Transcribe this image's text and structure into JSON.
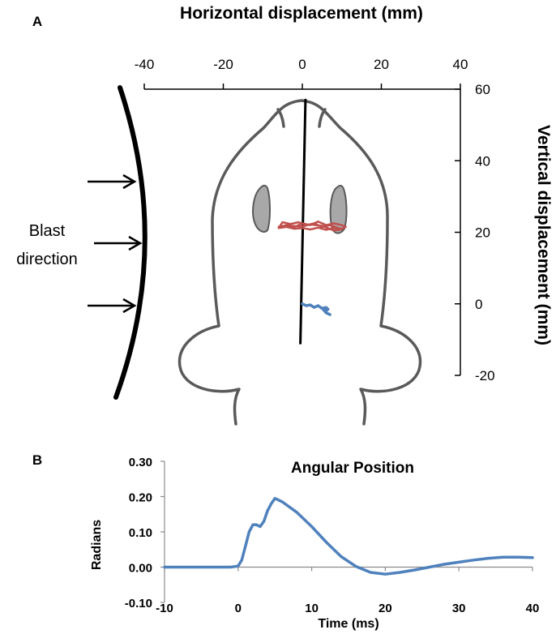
{
  "panel_a": {
    "label": "A",
    "blast_label_line1": "Blast",
    "blast_label_line2": "direction",
    "colors": {
      "outline": "#5a5a5a",
      "ear_fill": "#a8a8a8",
      "red_trace": "#c0504d",
      "blue_trace": "#4f81bd",
      "blast_front": "#000000"
    }
  },
  "panel_b": {
    "label": "B"
  },
  "chart_data": [
    {
      "type": "scatter",
      "title": "",
      "xlabel": "Horizontal displacement (mm)",
      "ylabel": "Vertical displacement (mm)",
      "xlim": [
        -40,
        40
      ],
      "ylim": [
        -20,
        60
      ],
      "x_ticks": [
        -40,
        -20,
        0,
        20,
        40
      ],
      "y_ticks": [
        60,
        40,
        20,
        0,
        -20
      ],
      "x_axis_position": "top",
      "y_axis_position": "right",
      "grid": false,
      "series": [
        {
          "color": "#000000",
          "x": [
            0.8,
            -0.5
          ],
          "y": [
            57,
            -11
          ]
        },
        {
          "color": "#c0504d",
          "x": [
            -6,
            -4,
            -2,
            0,
            2,
            4,
            6,
            8,
            10,
            11,
            10,
            8,
            6,
            4,
            2,
            0,
            -2,
            -4,
            -6,
            -5,
            -3,
            -1,
            1,
            3,
            5,
            7,
            9,
            10,
            8,
            5,
            2,
            0,
            -3,
            -5
          ],
          "y": [
            21.5,
            22,
            21.5,
            22.5,
            22,
            23,
            22,
            22.5,
            22,
            21.5,
            21,
            21.2,
            20.7,
            21.3,
            20.8,
            21.2,
            21,
            21.5,
            21.2,
            22.8,
            22.3,
            22.8,
            22,
            22.5,
            21.5,
            22,
            21.2,
            20.8,
            20.5,
            21.8,
            22.2,
            21.6,
            21.8,
            21.4
          ]
        },
        {
          "color": "#4f81bd",
          "x": [
            0,
            1,
            2,
            3,
            4,
            5,
            6,
            6.5,
            6,
            5,
            6,
            7
          ],
          "y": [
            0,
            -0.5,
            -0.3,
            -1,
            -0.5,
            -1.3,
            -1,
            -1.5,
            -2,
            -1.2,
            -2.5,
            -3
          ]
        }
      ]
    },
    {
      "type": "line",
      "title": "Angular Position",
      "xlabel": "Time (ms)",
      "ylabel": "Radians",
      "xlim": [
        -10,
        40
      ],
      "ylim": [
        -0.1,
        0.3
      ],
      "x_ticks": [
        -10,
        0,
        10,
        20,
        30,
        40
      ],
      "y_ticks": [
        0.3,
        0.2,
        0.1,
        0.0,
        -0.1
      ],
      "y_tick_labels": [
        "0.30",
        "0.20",
        "0.10",
        "0.00",
        "-0.10"
      ],
      "grid": false,
      "series": [
        {
          "color": "#4f81bd",
          "x": [
            -10,
            -1,
            0,
            0.5,
            1,
            1.5,
            2,
            2.5,
            3,
            3.5,
            4,
            4.5,
            5,
            6,
            8,
            10,
            12,
            14,
            16,
            18,
            20,
            22,
            24,
            26,
            28,
            30,
            32,
            34,
            36,
            38,
            40
          ],
          "y": [
            0,
            0,
            0.003,
            0.02,
            0.06,
            0.1,
            0.12,
            0.12,
            0.115,
            0.13,
            0.16,
            0.18,
            0.195,
            0.185,
            0.155,
            0.115,
            0.07,
            0.03,
            0.002,
            -0.015,
            -0.02,
            -0.015,
            -0.008,
            0,
            0.008,
            0.014,
            0.02,
            0.025,
            0.028,
            0.028,
            0.027
          ]
        }
      ]
    }
  ]
}
